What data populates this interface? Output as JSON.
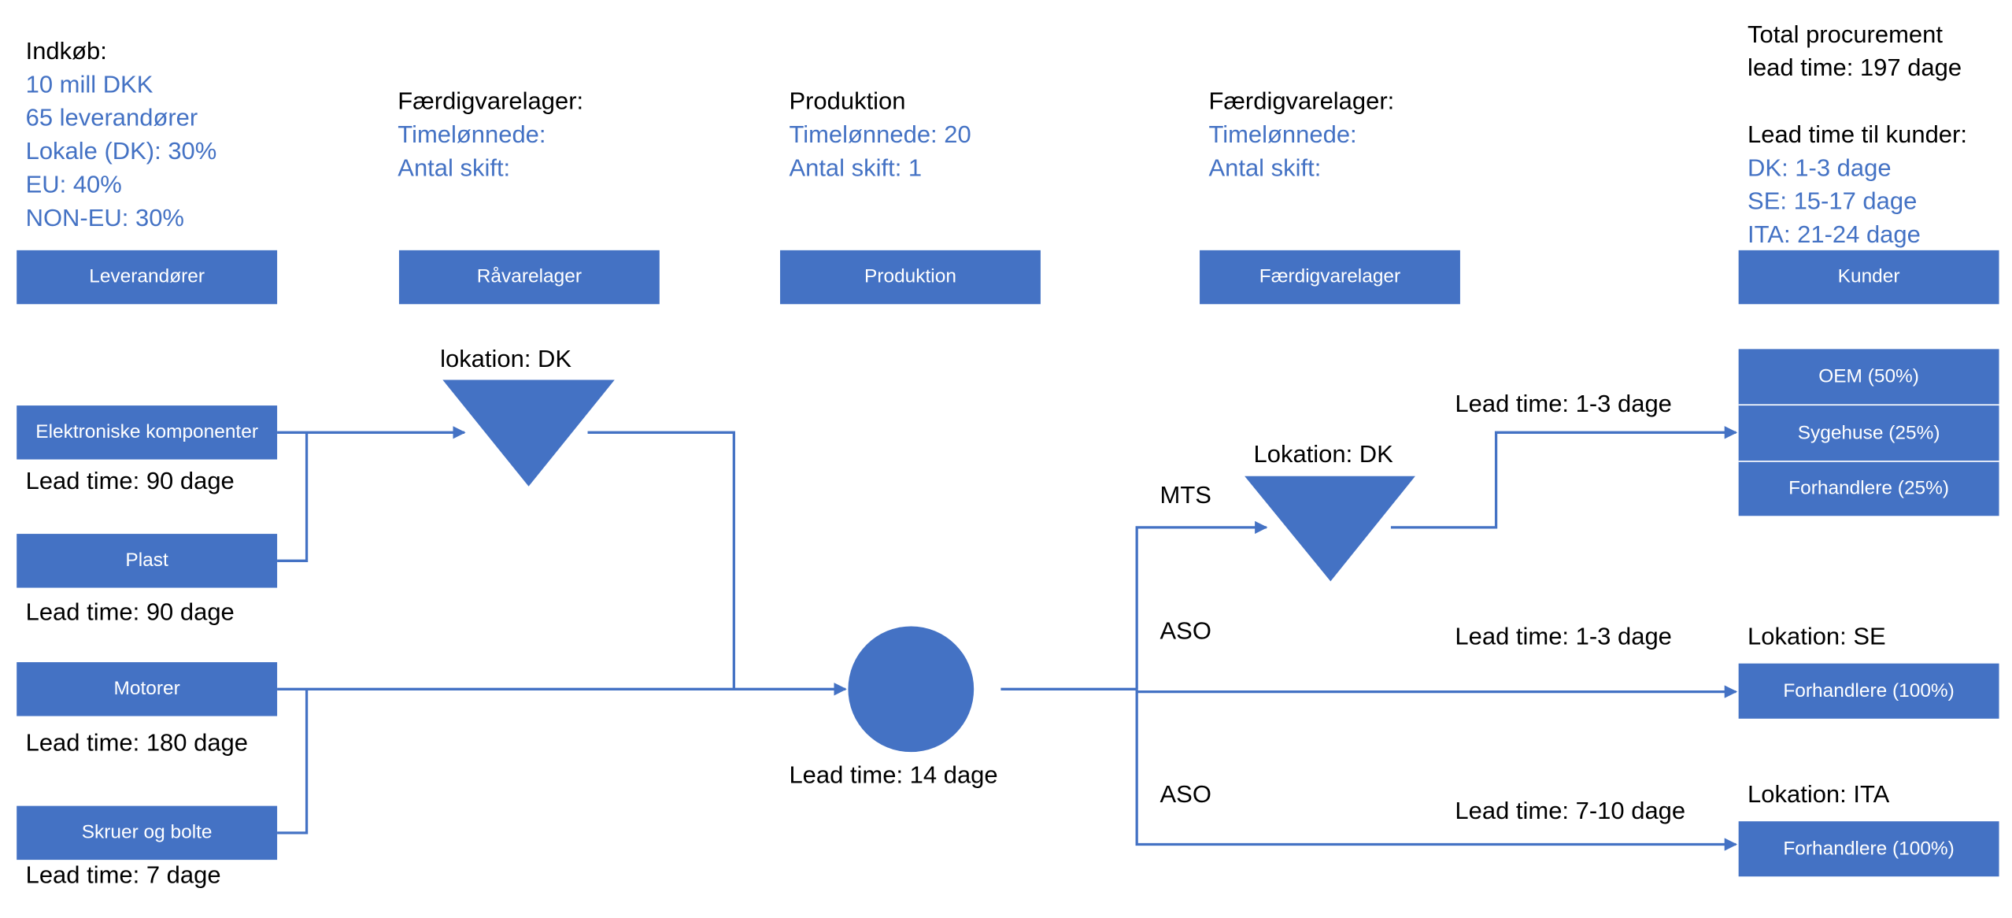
{
  "colors": {
    "accent": "#4472c4",
    "text": "#000000",
    "background": "#ffffff"
  },
  "header": {
    "indkob": {
      "title": "Indkøb:",
      "lines": [
        "10 mill DKK",
        "65 leverandører",
        "Lokale (DK): 30%",
        "EU: 40%",
        "NON-EU: 30%"
      ]
    },
    "ravarelager": {
      "title": "Færdigvarelager:",
      "lines": [
        "Timelønnede:",
        "Antal skift:"
      ]
    },
    "produktion": {
      "title": "Produktion",
      "lines": [
        "Timelønnede: 20",
        "Antal skift: 1"
      ]
    },
    "faerdigvarelager": {
      "title": "Færdigvarelager:",
      "lines": [
        "Timelønnede:",
        "Antal skift:"
      ]
    },
    "kunder": {
      "total_line1": "Total procurement",
      "total_line2": "lead time: 197 dage",
      "lead_title": "Lead time til kunder:",
      "lines": [
        "DK: 1-3 dage",
        "SE: 15-17 dage",
        "ITA: 21-24 dage"
      ]
    }
  },
  "stages": [
    "Leverandører",
    "Råvarelager",
    "Produktion",
    "Færdigvarelager",
    "Kunder"
  ],
  "suppliers": [
    {
      "label": "Elektroniske komponenter",
      "lead": "Lead time: 90 dage"
    },
    {
      "label": "Plast",
      "lead": "Lead time: 90 dage"
    },
    {
      "label": "Motorer",
      "lead": "Lead time: 180 dage"
    },
    {
      "label": "Skruer og bolte",
      "lead": "Lead time: 7 dage"
    }
  ],
  "raw_storage": {
    "location": "lokation: DK"
  },
  "production": {
    "lead": "Lead time: 14 dage"
  },
  "finished_storage": {
    "location": "Lokation: DK"
  },
  "flows": {
    "mts": "MTS",
    "aso1": "ASO",
    "aso2": "ASO",
    "lead_dk": "Lead time: 1-3 dage",
    "lead_se": "Lead time: 1-3 dage",
    "lead_ita": "Lead time: 7-10 dage"
  },
  "customers": {
    "dk": [
      "OEM  (50%)",
      "Sygehuse (25%)",
      "Forhandlere (25%)"
    ],
    "se_location": "Lokation: SE",
    "se": "Forhandlere (100%)",
    "ita_location": "Lokation: ITA",
    "ita": "Forhandlere (100%)"
  }
}
